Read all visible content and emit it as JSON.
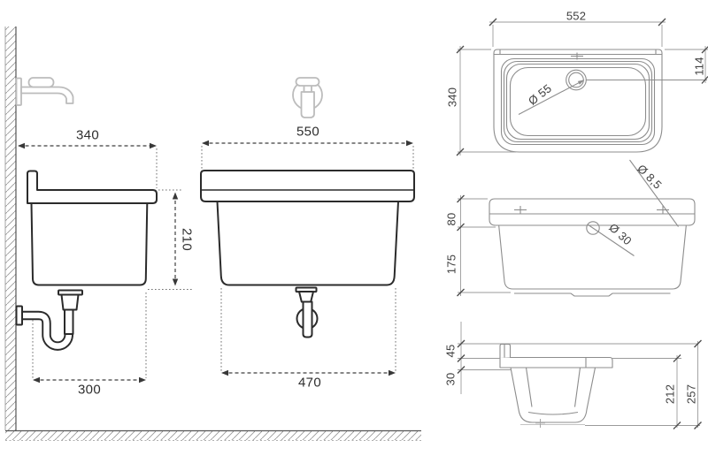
{
  "drawing": {
    "side_view": {
      "top_width": "340",
      "height": "210",
      "bottom_width": "300"
    },
    "front_view": {
      "top_width": "550",
      "bottom_width": "470"
    },
    "plan_view": {
      "outer_width": "552",
      "outer_depth": "340",
      "drain_offset": "114",
      "drain_diameter": "Ø 55"
    },
    "elevation_view": {
      "rim_height": "80",
      "body_height": "175",
      "mount_hole_diameter": "Ø 8,5",
      "overflow_diameter": "Ø 30"
    },
    "section_view": {
      "rim_upper": "45",
      "rim_lower": "30",
      "inner_height": "212",
      "overall_height": "257"
    }
  },
  "colors": {
    "outline_dark": "#2b2b2b",
    "outline_gray": "#8d8d8d",
    "dimension": "#3f3f3f",
    "faucet_gray": "#bcbcbc",
    "hatch": "#9a9a9a",
    "background": "#ffffff"
  }
}
